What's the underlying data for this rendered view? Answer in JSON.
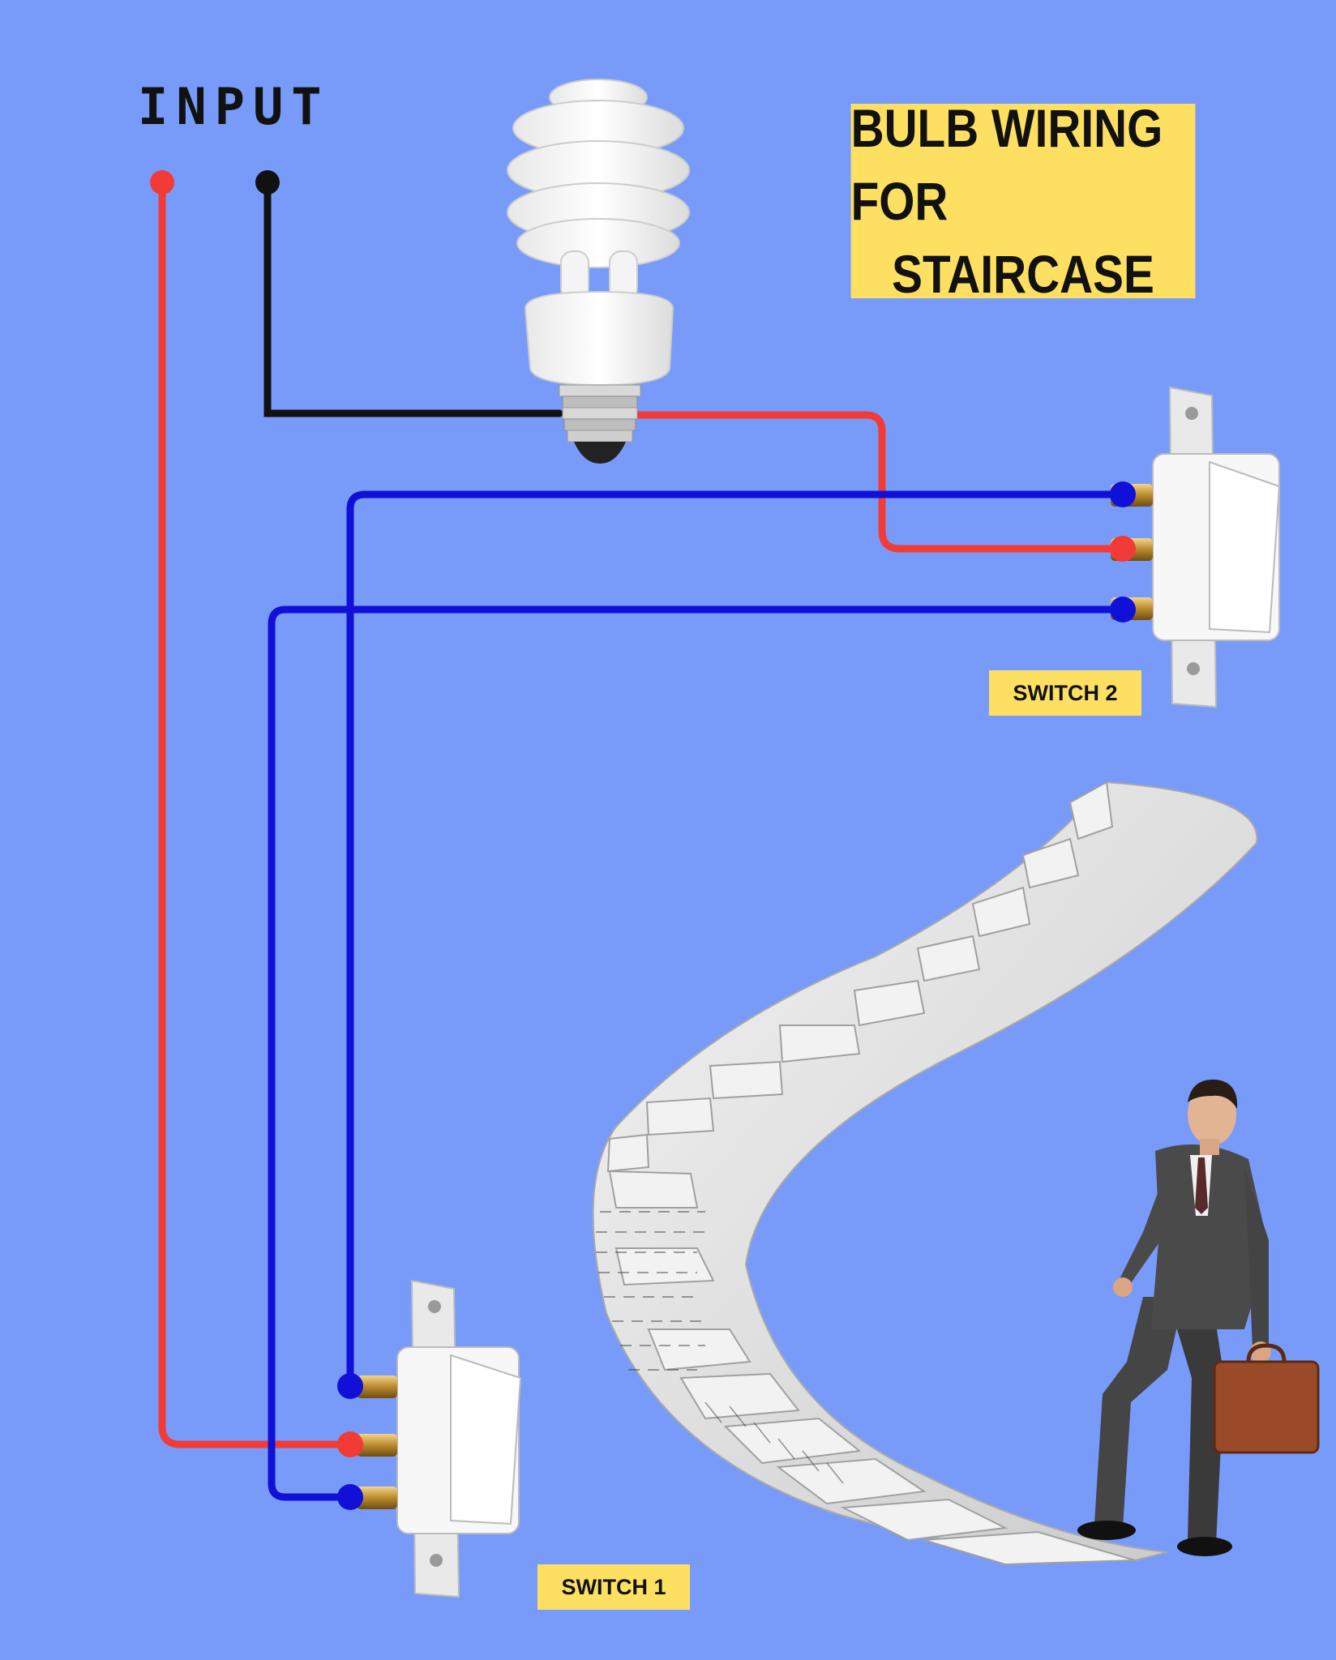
{
  "title": {
    "line1": "BULB WIRING FOR",
    "line2": "STAIRCASE"
  },
  "input_label": "INPUT",
  "switches": [
    {
      "label": "SWITCH 2"
    },
    {
      "label": "SWITCH 1"
    }
  ],
  "colors": {
    "background": "#789bfa",
    "live_wire": "#f23a36",
    "neutral_wire": "#111111",
    "traveler_wire": "#1010d8",
    "label_bg": "#fde062"
  },
  "components": [
    "cfl-bulb",
    "switch-2",
    "switch-1",
    "spiral-staircase",
    "businessman-with-briefcase"
  ]
}
